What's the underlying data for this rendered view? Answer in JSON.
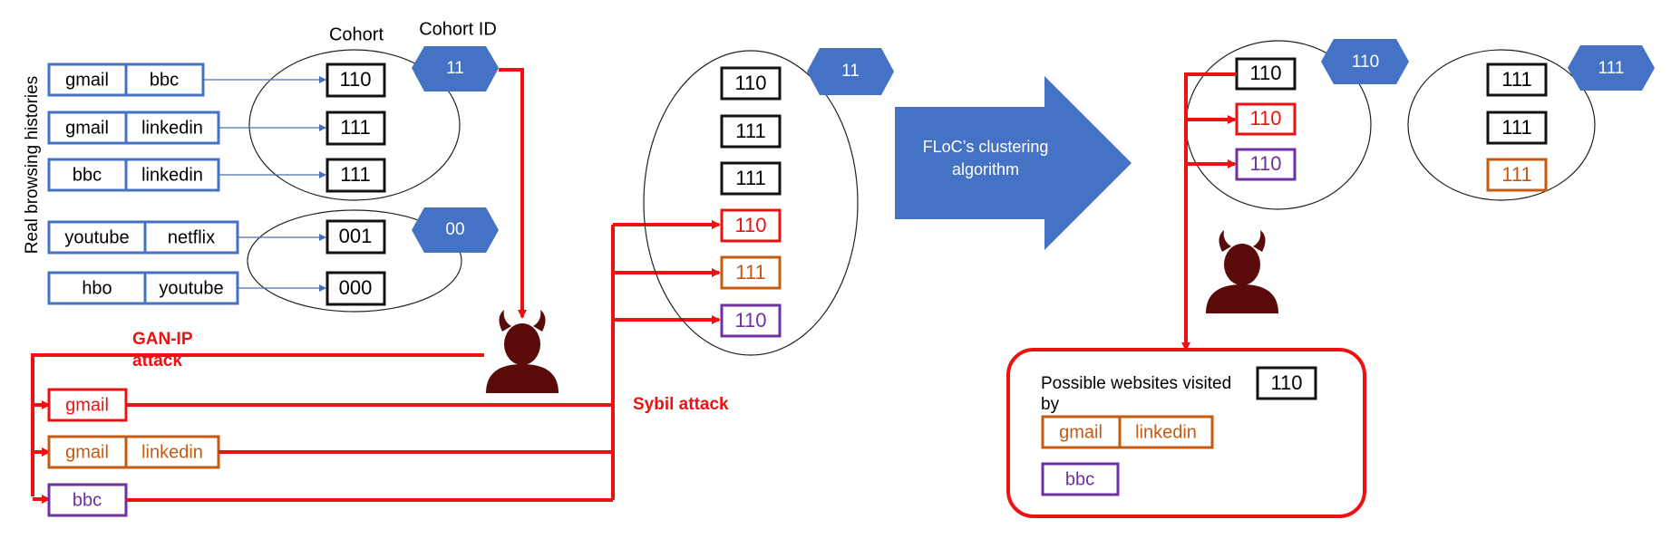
{
  "colors": {
    "blue": "#4472c4",
    "red": "#ee1111",
    "orange": "#c55a11",
    "purple": "#7030a0",
    "devil": "#5b0a0a"
  },
  "icons": [
    "devil-attacker-icon",
    "arrow-right-icon"
  ],
  "left": {
    "vertical_label": "Real browsing histories",
    "cohort_header": "Cohort",
    "cohort_id_header": "Cohort ID",
    "histories": [
      {
        "a": "gmail",
        "b": "bbc"
      },
      {
        "a": "gmail",
        "b": "linkedin"
      },
      {
        "a": "bbc",
        "b": "linkedin"
      },
      {
        "a": "youtube",
        "b": "netflix"
      },
      {
        "a": "hbo",
        "b": "youtube"
      }
    ],
    "cohorts": [
      "110",
      "111",
      "111",
      "001",
      "000"
    ],
    "hex_ids": [
      "11",
      "00"
    ]
  },
  "attacks": {
    "gan_ip_line1": "GAN-IP",
    "gan_ip_line2": "attack",
    "sybil": "Sybil attack",
    "fake_histories": [
      {
        "a": "gmail",
        "b": ""
      },
      {
        "a": "gmail",
        "b": "linkedin"
      },
      {
        "a": "bbc",
        "b": ""
      }
    ]
  },
  "middle": {
    "hex_id": "11",
    "cohorts": [
      "110",
      "111",
      "111",
      "110",
      "111",
      "110"
    ]
  },
  "clustering": {
    "line1": "FLoC’s clustering",
    "line2": "algorithm"
  },
  "right": {
    "cluster_a": {
      "hex_id": "110",
      "cohorts": [
        "110",
        "110",
        "110"
      ]
    },
    "cluster_b": {
      "hex_id": "111",
      "cohorts": [
        "111",
        "111",
        "111"
      ]
    }
  },
  "result": {
    "text_line1": "Possible websites visited",
    "text_line2": "by",
    "cohort": "110",
    "sites": [
      {
        "a": "gmail",
        "b": "linkedin"
      },
      {
        "a": "bbc",
        "b": ""
      }
    ]
  }
}
